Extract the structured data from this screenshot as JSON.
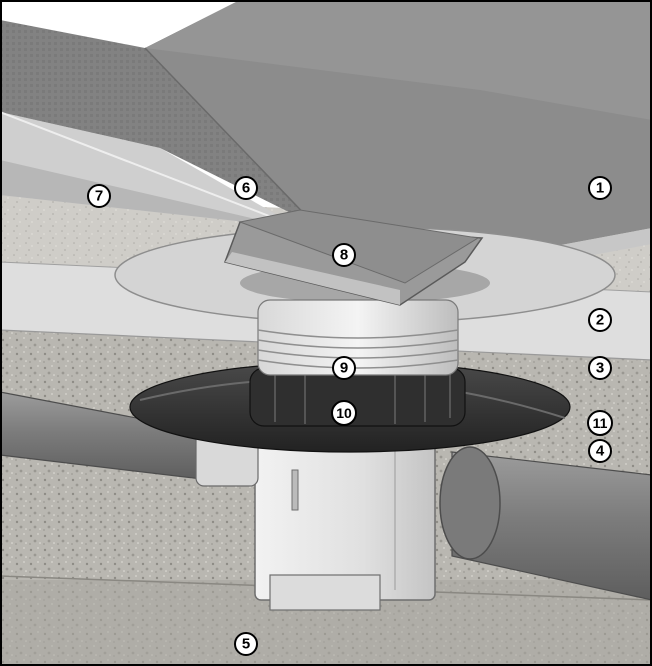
{
  "image": {
    "subject": "shower-drain-installation-cutaway",
    "colors": {
      "tile_surface": "#8a8a8a",
      "tile_edge": "#bcbcbc",
      "screed": "#c9c9c5",
      "insulation": "#dcdcdc",
      "concrete": "#b5b3ad",
      "pipe": "#8b8b8b",
      "sealing_collar": "#3a3a3a",
      "drain_body": "#e4e4e4",
      "frame": "#000000"
    }
  },
  "callouts": [
    {
      "id": "1",
      "symbol": "①"
    },
    {
      "id": "2",
      "symbol": "②"
    },
    {
      "id": "3",
      "symbol": "③"
    },
    {
      "id": "4",
      "symbol": "④"
    },
    {
      "id": "5",
      "symbol": "⑤"
    },
    {
      "id": "6",
      "symbol": "⑥"
    },
    {
      "id": "7",
      "symbol": "⑦"
    },
    {
      "id": "8",
      "symbol": "⑧"
    },
    {
      "id": "9",
      "symbol": "⑨"
    },
    {
      "id": "10",
      "symbol": "⑩"
    },
    {
      "id": "11",
      "symbol": "⑪"
    }
  ]
}
